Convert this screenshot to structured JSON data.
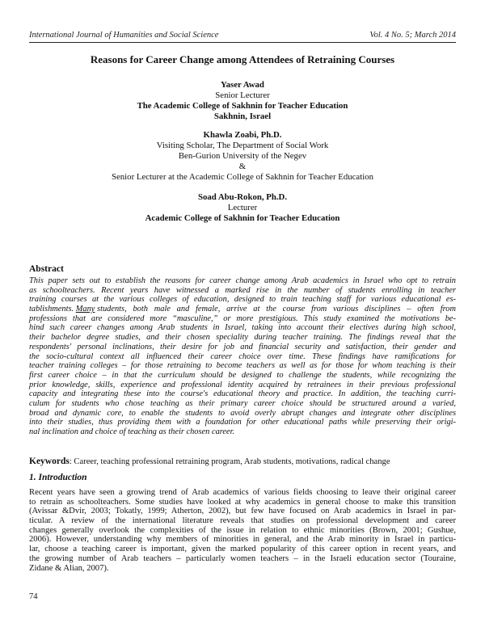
{
  "header": {
    "journal": "International Journal of Humanities and Social Science",
    "issue": "Vol. 4 No. 5; March 2014"
  },
  "title": "Reasons for Career Change among Attendees of Retraining Courses",
  "authors": [
    {
      "name": "Yaser Awad",
      "lines": [
        "Senior Lecturer",
        "The Academic College of Sakhnin for Teacher Education",
        "Sakhnin, Israel"
      ]
    },
    {
      "name": "Khawla Zoabi, Ph.D.",
      "lines": [
        "Visiting Scholar, The Department of Social Work",
        "Ben-Gurion University of the Negev",
        "&",
        "Senior Lecturer at the Academic College of Sakhnin for Teacher Education"
      ]
    },
    {
      "name": "Soad Abu-Rokon, Ph.D.",
      "lines": [
        "Lecturer",
        "Academic College of Sakhnin for Teacher Education"
      ]
    }
  ],
  "abstract": {
    "heading": "Abstract",
    "lines": [
      "This paper sets out to establish the reasons for career change among Arab academics in Israel who opt to retrain",
      "as schoolteachers. Recent years have witnessed a marked rise in the number of students enrolling in teacher",
      "training courses at the various colleges of education, designed to train teaching staff for various educational es-",
      "tablishments.",
      "Many",
      "students, both male and female, arrive at the course from various disciplines – often from",
      "professions that are considered more “masculine,” or more prestigious. This study examined the motivations be-",
      "hind such career changes among Arab students in Israel, taking into account their electives during high school,",
      "their bachelor degree studies, and their chosen speciality during teacher training. The findings reveal that the",
      "respondents' personal inclinations, their desire for job and financial security and satisfaction, their gender and",
      "the socio-cultural context all influenced their career choice over time. These findings have ramifications for",
      "teacher training colleges – for those retraining to become teachers as well as for those for whom teaching is their",
      "first career choice – in that the curriculum should be designed to challenge the students, while recognizing the",
      "prior knowledge, skills, experience and professional identity acquired by retrainees in their previous professional",
      "capacity and integrating these into the course's educational theory and practice. In addition, the teaching curri-",
      "culum for students who chose teaching as their primary career choice should be structured around a varied,",
      "broad and dynamic core, to enable the students to avoid overly abrupt changes and integrate other disciplines",
      "into their studies, thus providing them with a foundation for other educational paths while preserving their origi-",
      "nal inclination and choice of teaching as their chosen career."
    ]
  },
  "keywords": {
    "label": "Keywords",
    "text": ": Career, teaching professional retraining program, Arab students, motivations, radical change"
  },
  "introduction": {
    "heading": "1. Introduction",
    "lines": [
      "Recent years have seen a growing trend of Arab academics of various fields choosing to leave their original career",
      "to retrain as schoolteachers. Some studies have looked at why academics in general choose to make this transition",
      "(Avissar &Dvir, 2003; Tokatly, 1999; Atherton, 2002), but few have focused on Arab academics in Israel in par-",
      "ticular. A review of the international literature reveals that studies on professional development and career",
      "changes generally overlook the complexities of the issue in relation to ethnic minorities (Brown, 2001; Gushue,",
      "2006). However, understanding why members of minorities in general, and the Arab minority in Israel in particu-",
      "lar, choose a teaching career is important, given the marked popularity of this career option in recent years, and",
      "the growing number of Arab teachers – particularly women teachers – in the Israeli education sector (Touraine,",
      "Zidane & Alian, 2007)."
    ]
  },
  "page_number": "74"
}
